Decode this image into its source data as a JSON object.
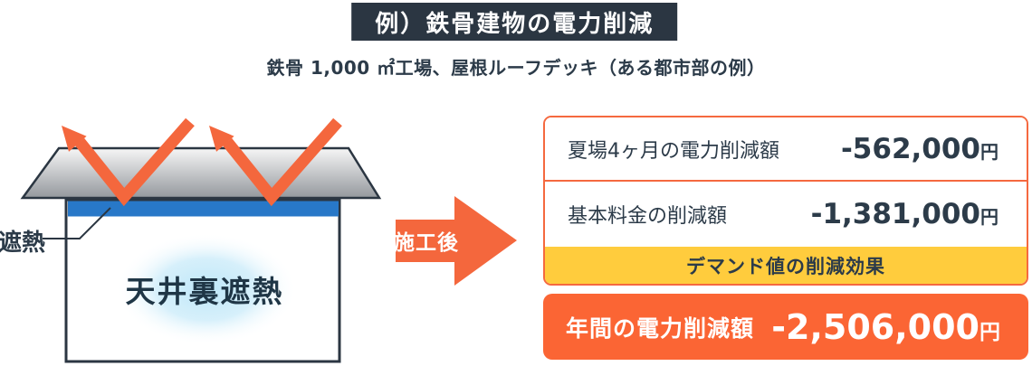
{
  "header": {
    "title": "例）鉄骨建物の電力削減",
    "subtitle": "鉄骨 1,000 ㎡工場、屋根ルーフデッキ（ある都市部の例）",
    "title_bg": "#2B3642",
    "title_color": "#ffffff"
  },
  "diagram": {
    "shield_label": "遮熱",
    "interior_label": "天井裏遮熱",
    "roof_gradient_top": "#F6F6F6",
    "roof_gradient_bottom": "#94989D",
    "outline_color": "#2B3642",
    "shield_strip_color": "#2878C8",
    "glow_color": "#BEE7F9",
    "reflection_arrow_color": "#F4673D"
  },
  "transition": {
    "label": "施工後",
    "arrow_color": "#F4673D",
    "label_color": "#ffffff"
  },
  "results": {
    "border_color": "#F5693F",
    "rows": [
      {
        "label": "夏場4ヶ月の電力削減額",
        "value": "-562,000",
        "unit": "円"
      },
      {
        "label": "基本料金の削減額",
        "value": "-1,381,000",
        "unit": "円"
      }
    ],
    "demand_banner": {
      "label": "デマンド値の削減効果",
      "bg": "#FFCC3D"
    },
    "total_row": {
      "label": "年間の電力削減額",
      "value": "-2,506,000",
      "unit": "円",
      "bg": "#FB6534"
    }
  }
}
